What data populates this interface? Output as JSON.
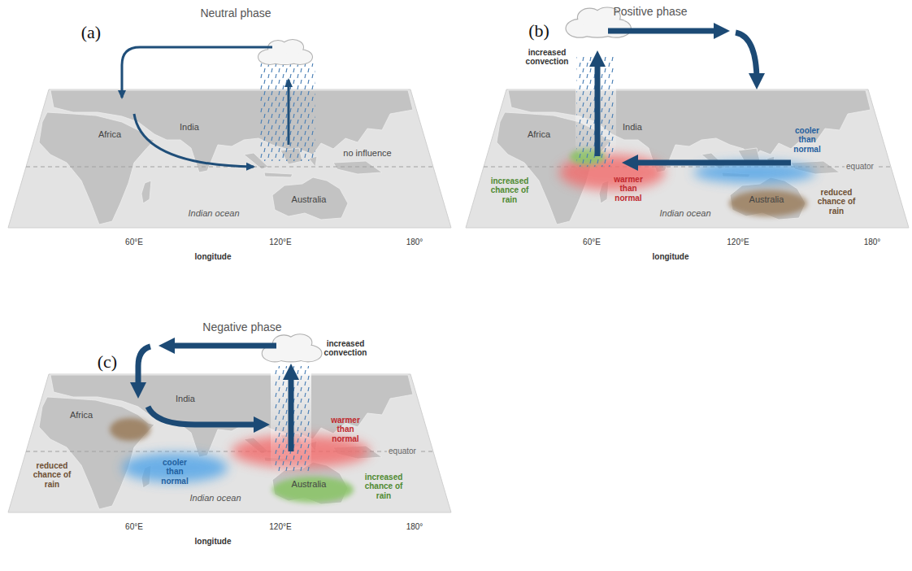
{
  "diagram": {
    "labels": [
      "Neutral phase",
      "(a)",
      "Africa",
      "India",
      "no influence",
      "Australia",
      "Indian ocean",
      "60°E",
      "120°E",
      "180°",
      "longitude",
      "Positive phase",
      "(b)",
      "increased convection",
      "Africa",
      "India",
      "increased chance of rain",
      "warmer than normal",
      "cooler than normal",
      "equator",
      "Australia",
      "reduced chance of rain",
      "Indian ocean",
      "60°E",
      "120°E",
      "180°",
      "longitude",
      "Negative phase",
      "(c)",
      "increased convection",
      "Africa",
      "India",
      "reduced chance of rain",
      "cooler than normal",
      "warmer than normal",
      "equator",
      "Australia",
      "increased chance of rain",
      "Indian ocean",
      "60°E",
      "120°E",
      "180°",
      "longitude"
    ]
  }
}
